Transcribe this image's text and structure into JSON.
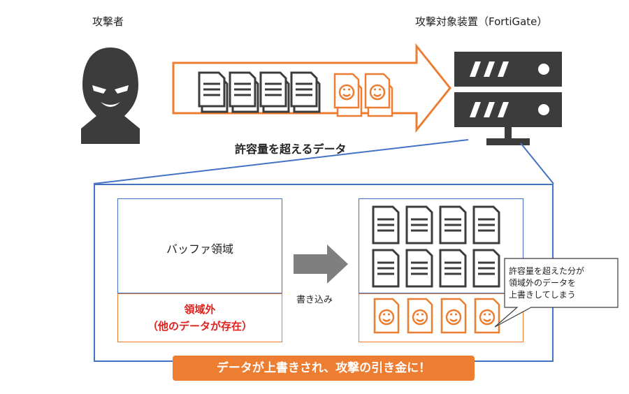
{
  "attacker": {
    "label": "攻撃者",
    "icon": "attacker-icon"
  },
  "target": {
    "label": "攻撃対象装置（FortiGate）",
    "icon": "server-icon"
  },
  "attack_arrow": {
    "caption": "許容量を超えるデータ",
    "color": "#ed7d31"
  },
  "buffer": {
    "area_label": "バッファ領域",
    "outside_line1": "領域外",
    "outside_line2": "（他のデータが存在）",
    "border_color": "#4472c4",
    "outside_color": "#e0201b"
  },
  "write_arrow": {
    "label": "書き込み"
  },
  "callout": {
    "line1": "許容量を超えた分が",
    "line2": "領域外のデータを",
    "line3": "上書きしてしまう"
  },
  "banner": {
    "text": "データが上書きされ、攻撃の引き金に！",
    "color": "#ed7d31"
  }
}
